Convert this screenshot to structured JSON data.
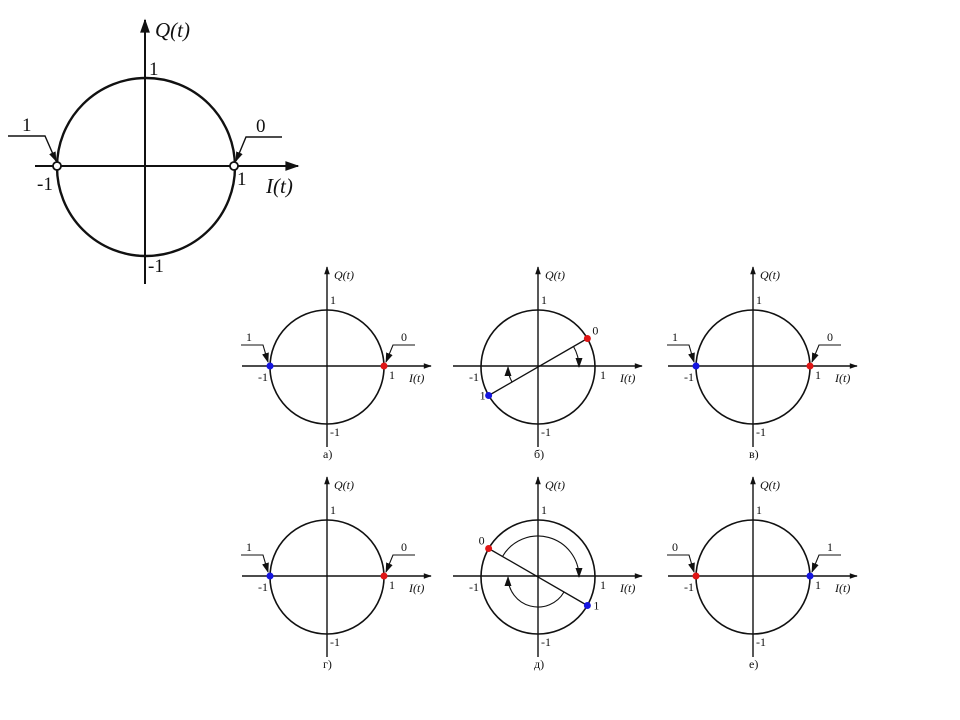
{
  "colors": {
    "line": "#111111",
    "bit_one": "#1515e0",
    "bit_zero": "#e01515",
    "hollow": "#ffffff"
  },
  "main": {
    "q_axis_label": "Q(t)",
    "i_axis_label": "I(t)",
    "tick_pos_q": "1",
    "tick_neg_q": "-1",
    "tick_pos_i": "1",
    "tick_neg_i": "-1",
    "bit_left": "1",
    "bit_right": "0"
  },
  "panels": [
    {
      "caption": "а)",
      "type": "flags",
      "left_bit": "1",
      "right_bit": "0",
      "left_color": "bit_one",
      "right_color": "bit_zero"
    },
    {
      "caption": "б)",
      "type": "rotated",
      "angle_deg": 30,
      "end_label": "0",
      "start_label": "1",
      "end_color": "bit_zero",
      "start_color": "bit_one"
    },
    {
      "caption": "в)",
      "type": "flags",
      "left_bit": "1",
      "right_bit": "0",
      "left_color": "bit_one",
      "right_color": "bit_zero"
    },
    {
      "caption": "г)",
      "type": "flags",
      "left_bit": "1",
      "right_bit": "0",
      "left_color": "bit_one",
      "right_color": "bit_zero"
    },
    {
      "caption": "д)",
      "type": "rotated",
      "angle_deg": 150,
      "end_label": "0",
      "start_label": "1",
      "end_color": "bit_zero",
      "start_color": "bit_one"
    },
    {
      "caption": "е)",
      "type": "flags",
      "left_bit": "0",
      "right_bit": "1",
      "left_color": "bit_zero",
      "right_color": "bit_one"
    }
  ],
  "small_labels": {
    "q_axis_label": "Q(t)",
    "i_axis_label": "I(t)",
    "tick_pos": "1",
    "tick_neg": "-1"
  }
}
